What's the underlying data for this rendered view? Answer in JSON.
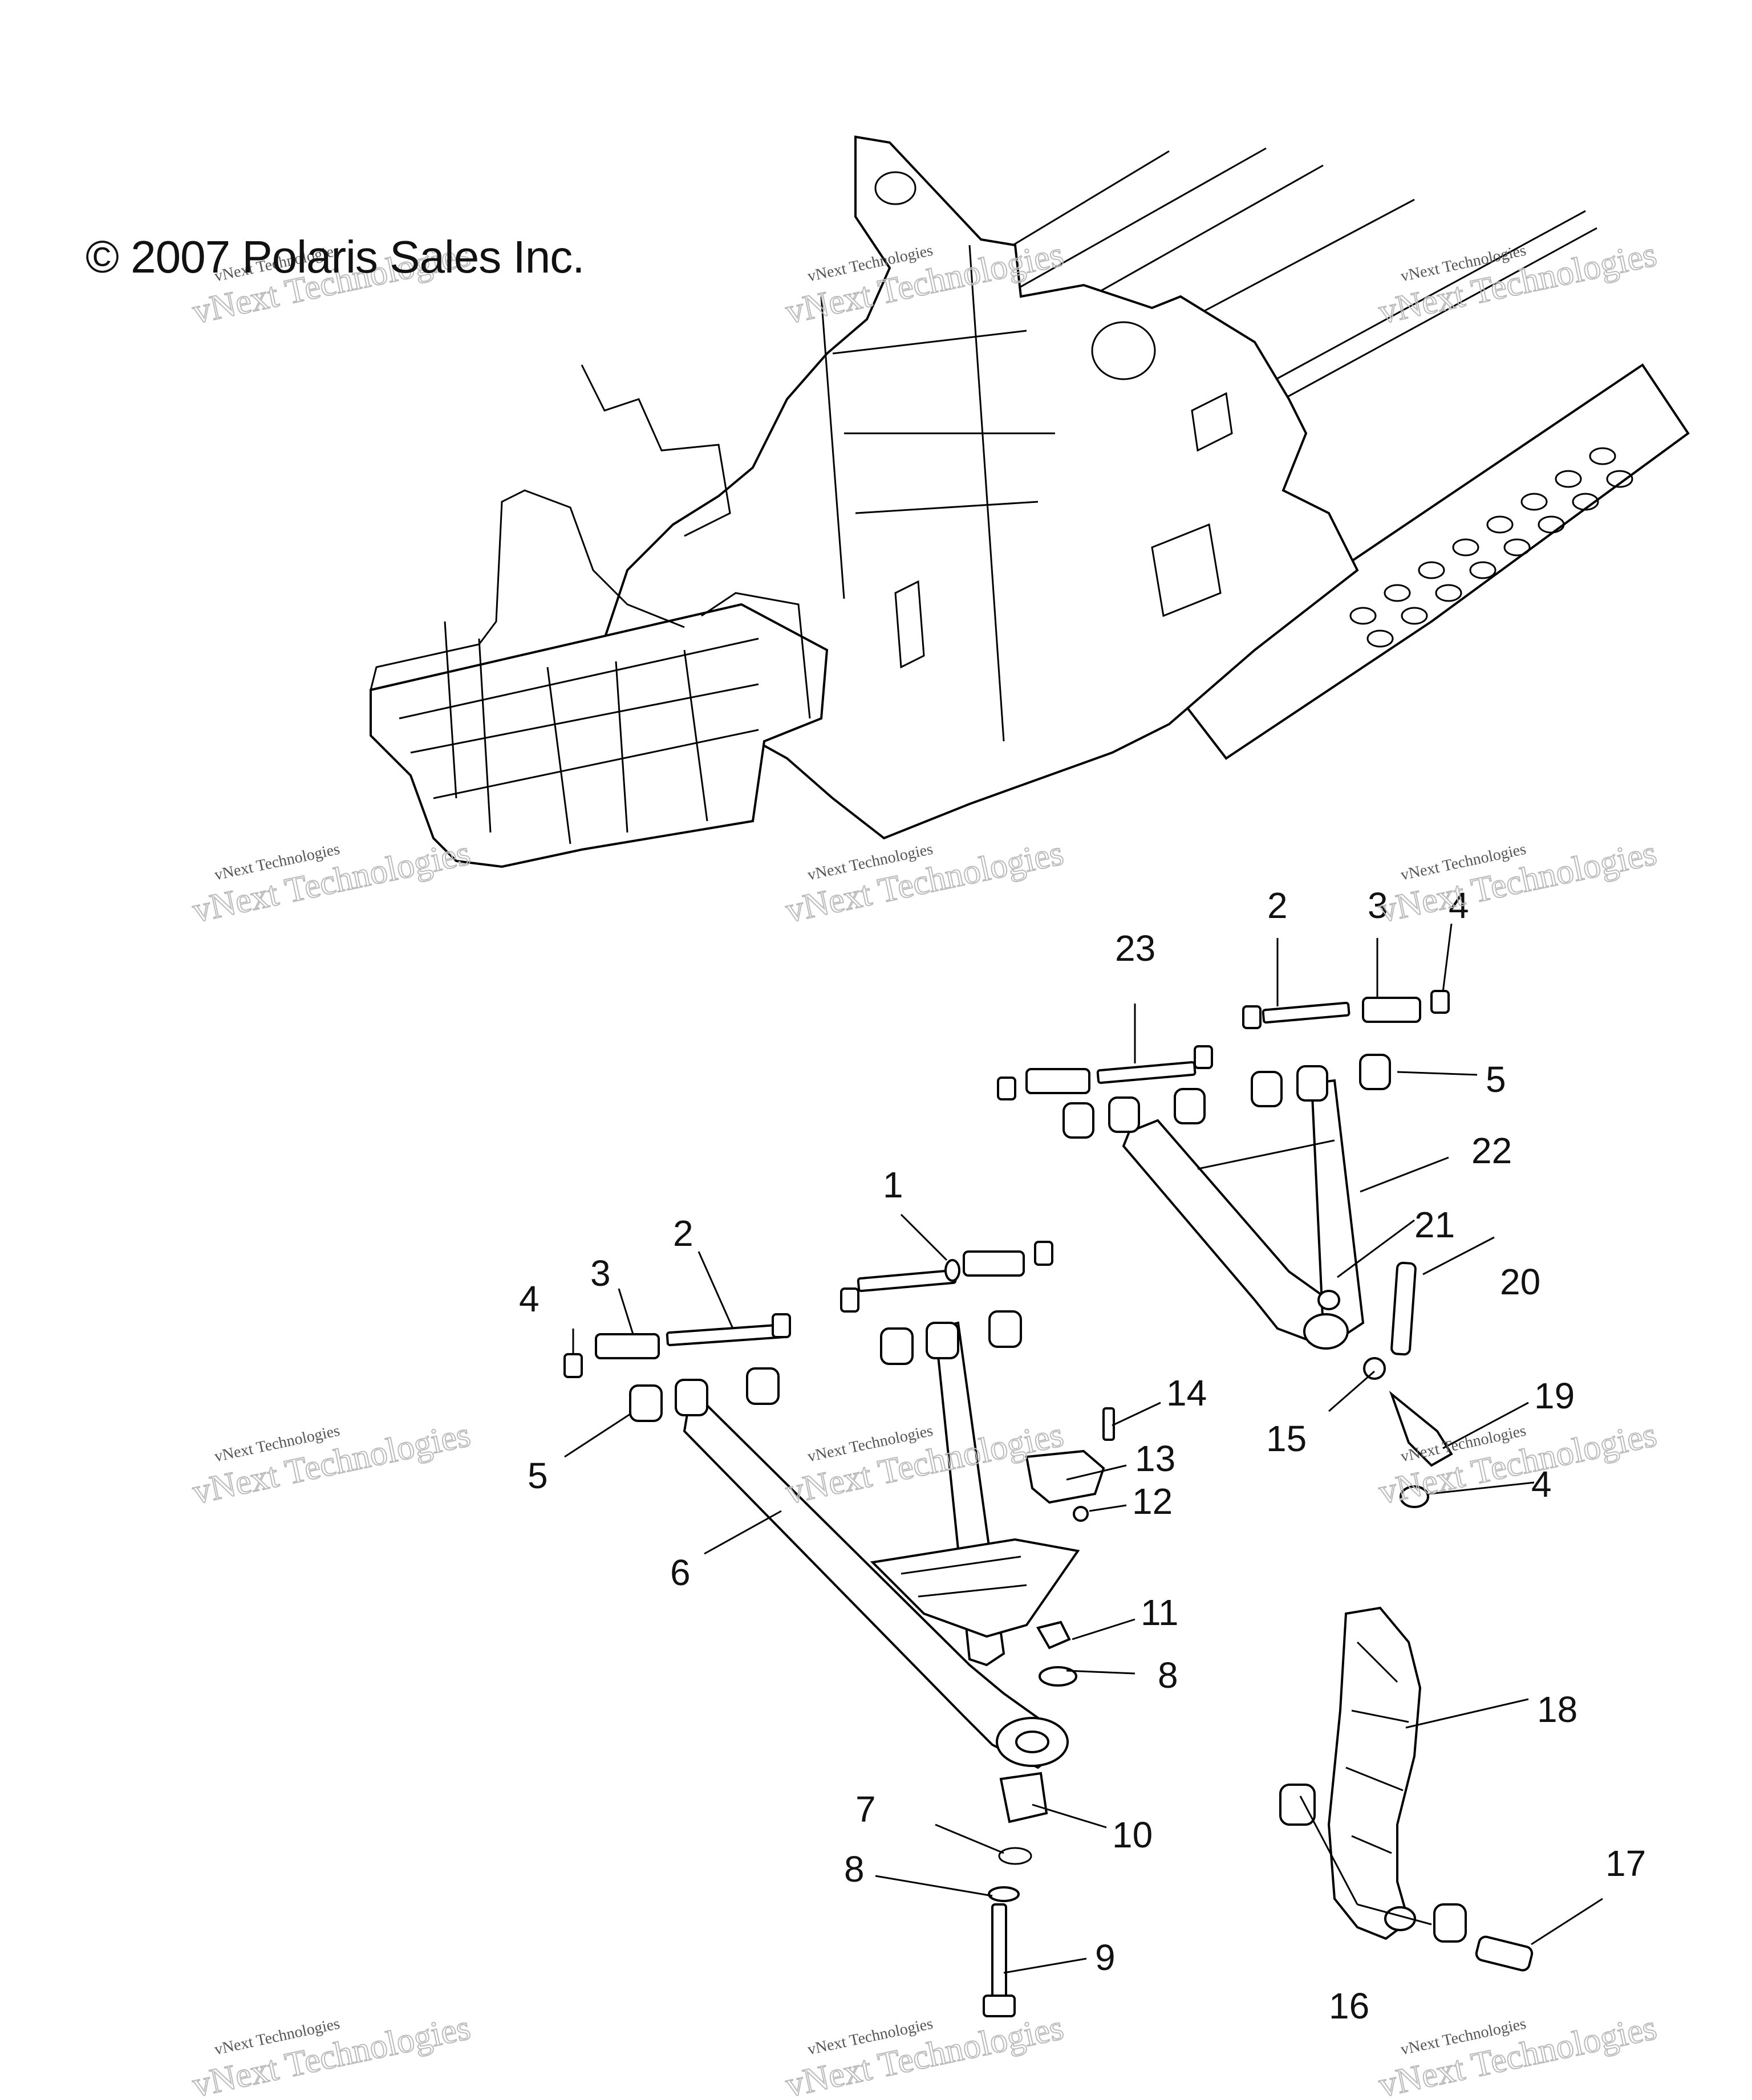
{
  "copyright": "© 2007 Polaris Sales Inc.",
  "watermark": {
    "line1": "vNext Technologies",
    "line2": "vNext Technologies"
  },
  "callouts": [
    "1",
    "2",
    "3",
    "4",
    "5",
    "6",
    "7",
    "8",
    "9",
    "10",
    "11",
    "12",
    "13",
    "14",
    "15",
    "16",
    "17",
    "18",
    "19",
    "20",
    "21",
    "22",
    "23",
    "2",
    "3",
    "4",
    "5",
    "4",
    "8"
  ]
}
